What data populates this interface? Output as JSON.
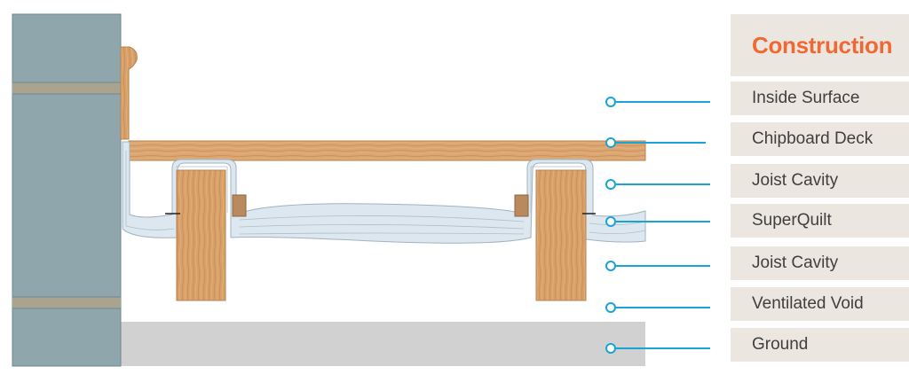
{
  "panel": {
    "title": "Construction",
    "title_color": "#ef6a32",
    "label_background": "#ece6e0"
  },
  "layers": [
    {
      "label": "Inside Surface"
    },
    {
      "label": "Chipboard Deck"
    },
    {
      "label": "Joist Cavity"
    },
    {
      "label": "SuperQuilt"
    },
    {
      "label": "Joist Cavity"
    },
    {
      "label": "Ventilated Void"
    },
    {
      "label": "Ground"
    }
  ],
  "colors": {
    "brick": "#8fa6ad",
    "mortar": "#a8a18f",
    "timber": "#d9a36e",
    "insulation": "#dde7ef",
    "ground": "#d0d0d0",
    "leader": "#1aa3d6"
  }
}
